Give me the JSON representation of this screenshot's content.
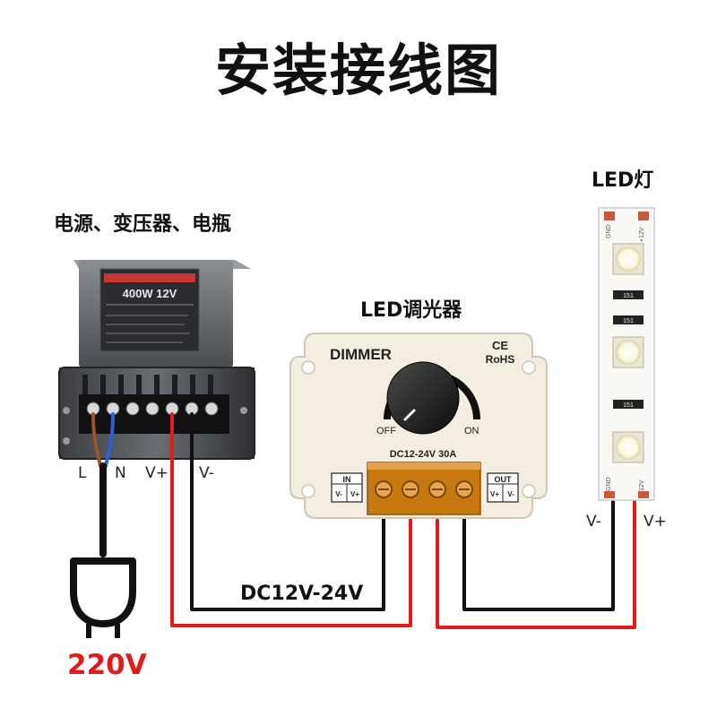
{
  "title": "安装接线图",
  "power_supply": {
    "label": "电源、变压器、电瓶",
    "rating_text": "400W 12V",
    "terminals": [
      "L",
      "N",
      "V+",
      "V-"
    ]
  },
  "dimmer": {
    "label": "LED调光器",
    "brand": "DIMMER",
    "ce_mark": "CE",
    "rohs": "RoHS",
    "off_label": "OFF",
    "on_label": "ON",
    "spec": "DC12-24V 30A",
    "in_label": "IN",
    "out_label": "OUT",
    "in_terminals": [
      "V-",
      "V+"
    ],
    "out_terminals": [
      "V+",
      "V-"
    ]
  },
  "led_strip": {
    "label": "LED灯",
    "terminals": [
      "V-",
      "V+"
    ],
    "pad_labels": [
      "GND",
      "+12V"
    ],
    "resistor_code": "151"
  },
  "wire_label": "DC12V-24V",
  "mains_label": "220V",
  "colors": {
    "positive_wire": "#e11b1b",
    "negative_wire": "#111111",
    "mains_text": "#e11b1b"
  }
}
